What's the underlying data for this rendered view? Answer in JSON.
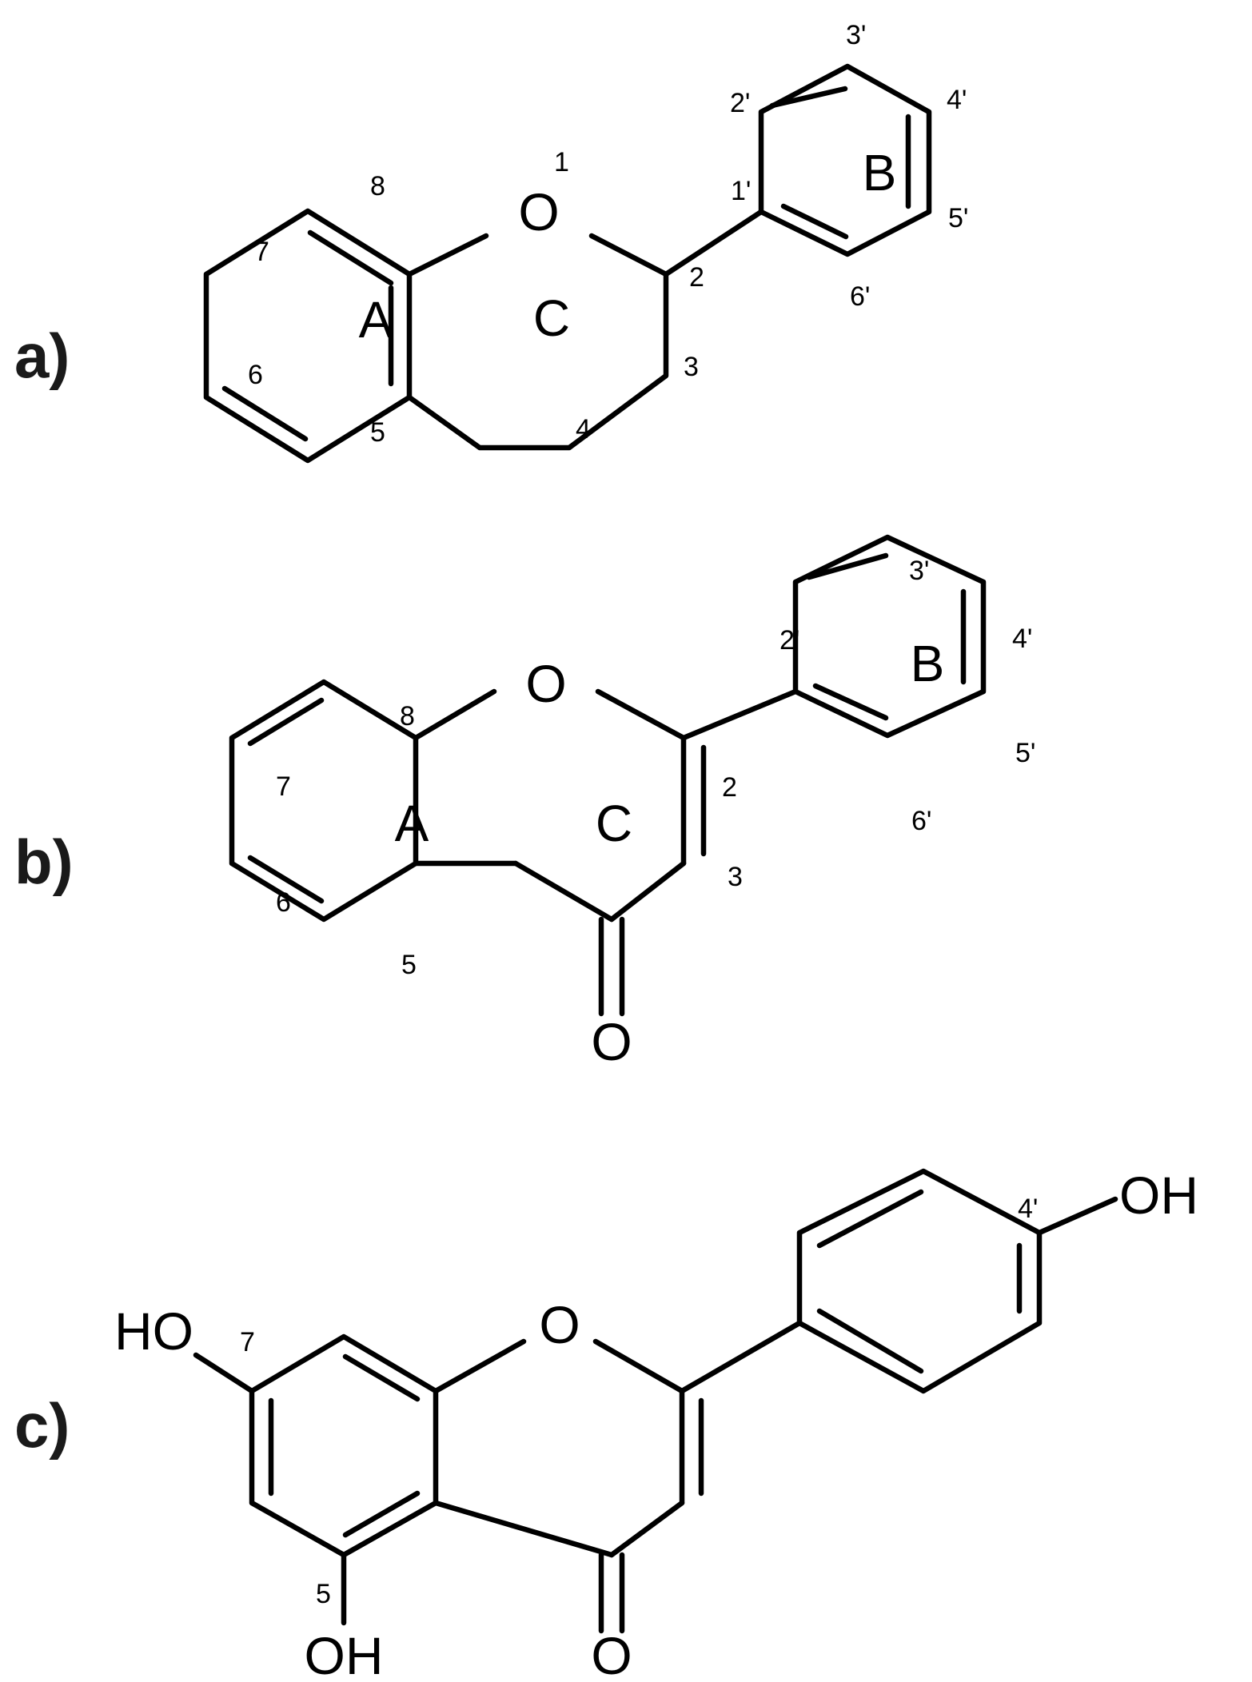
{
  "panels": [
    {
      "label": "a)",
      "atom_labels": {
        "o1": "O"
      },
      "ring_labels": {
        "a": "A",
        "b": "B",
        "c": "C"
      },
      "positions": {
        "p1": "1",
        "p2": "2",
        "p3": "3",
        "p4": "4",
        "p5": "5",
        "p6": "6",
        "p7": "7",
        "p8": "8",
        "p1p": "1'",
        "p2p": "2'",
        "p3p": "3'",
        "p4p": "4'",
        "p5p": "5'",
        "p6p": "6'"
      }
    },
    {
      "label": "b)",
      "atom_labels": {
        "o1": "O",
        "o4": "O"
      },
      "ring_labels": {
        "a": "A",
        "b": "B",
        "c": "C"
      },
      "positions": {
        "p2": "2",
        "p3": "3",
        "p5": "5",
        "p6": "6",
        "p7": "7",
        "p8": "8",
        "p2p": "2'",
        "p3p": "3'",
        "p4p": "4'",
        "p5p": "5'",
        "p6p": "6'"
      }
    },
    {
      "label": "c)",
      "atom_labels": {
        "o1": "O",
        "o4": "O",
        "oh7": "HO",
        "oh5": "OH",
        "oh4p": "OH"
      },
      "positions": {
        "p7": "7",
        "p5": "5",
        "p4p": "4'"
      }
    }
  ]
}
